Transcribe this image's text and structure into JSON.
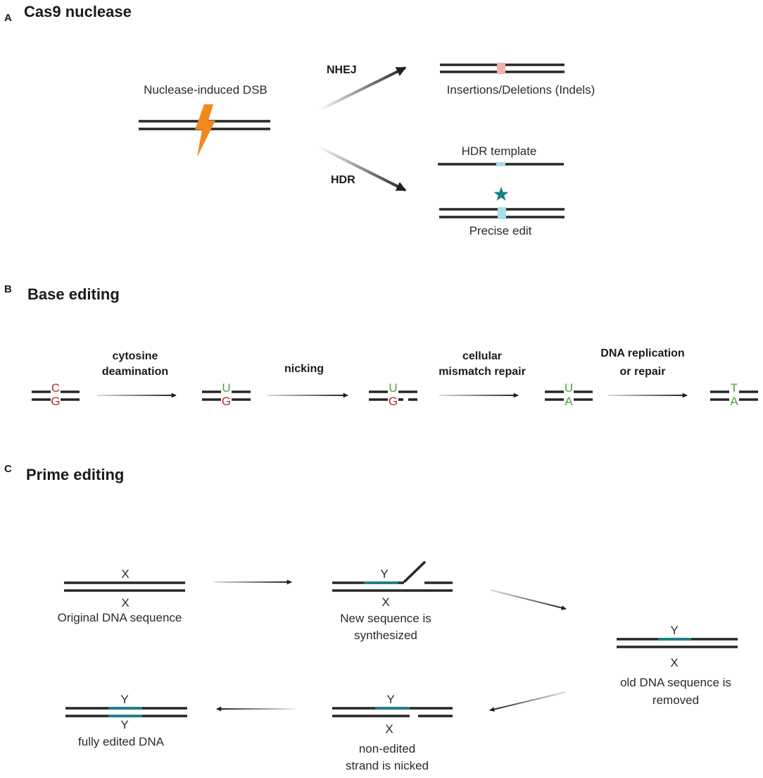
{
  "colors": {
    "strand": "#262626",
    "red_base": "#b52a2a",
    "green_base": "#4aa536",
    "teal": "#148086",
    "lightning": "#f0891c",
    "indel_pink": "#f2b3ae",
    "hdr_blue": "#a9dde8"
  },
  "panel_a": {
    "letter": "A",
    "title": "Cas9 nuclease",
    "dsb_label": "Nuclease-induced DSB",
    "nhej_label": "NHEJ",
    "hdr_label": "HDR",
    "indels_label": "Insertions/Deletions (Indels)",
    "hdr_template_label": "HDR template",
    "precise_edit_label": "Precise edit",
    "icons": [
      "lightning-bolt-icon",
      "star-icon"
    ]
  },
  "panel_b": {
    "letter": "B",
    "title": "Base editing",
    "steps": [
      {
        "line1": "cytosine",
        "line2": "deamination"
      },
      {
        "line1": "nicking",
        "line2": ""
      },
      {
        "line1": "cellular",
        "line2": "mismatch repair"
      },
      {
        "line1": "DNA replication",
        "line2": "or repair"
      }
    ],
    "pairs": [
      {
        "top": "C",
        "bottom": "G"
      },
      {
        "top": "U",
        "bottom": "G"
      },
      {
        "top": "U",
        "bottom": "G"
      },
      {
        "top": "U",
        "bottom": "A"
      },
      {
        "top": "T",
        "bottom": "A"
      }
    ]
  },
  "panel_c": {
    "letter": "C",
    "title": "Prime editing",
    "stages": [
      {
        "top": "X",
        "bottom": "X",
        "line1": "Original DNA sequence",
        "line2": ""
      },
      {
        "top": "Y",
        "bottom": "X",
        "line1": "New sequence is",
        "line2": "synthesized"
      },
      {
        "top": "Y",
        "bottom": "X",
        "line1": "old DNA sequence is",
        "line2": "removed"
      },
      {
        "top": "Y",
        "bottom": "X",
        "line1": "non-edited",
        "line2": "strand is nicked"
      },
      {
        "top": "Y",
        "bottom": "Y",
        "line1": "fully edited DNA",
        "line2": ""
      }
    ]
  }
}
